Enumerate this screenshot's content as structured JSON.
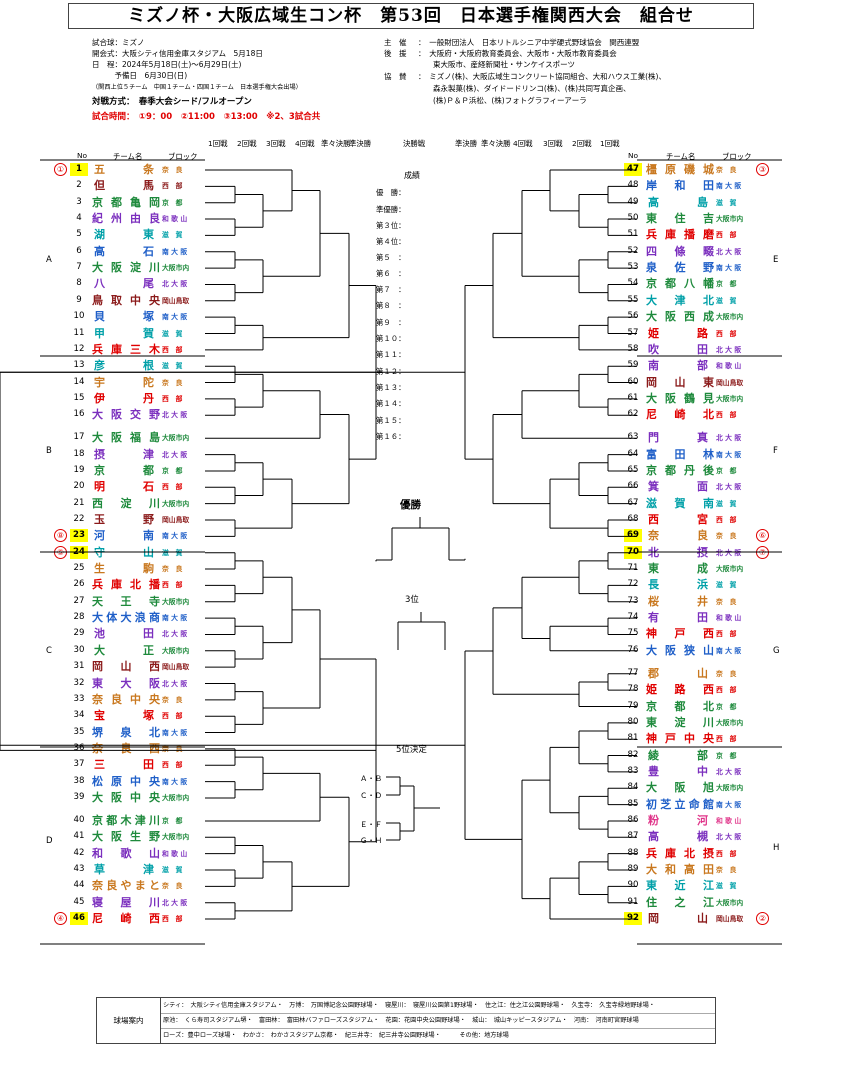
{
  "title": "ミズノ杯・大阪広域生コン杯　第53回　日本選手権関西大会　組合せ",
  "info_left": [
    "試合球：ミズノ",
    "開会式：大阪シティ信用金庫スタジアム　5月18日",
    "日　程：2024年5月18日(土)～6月29日(土)",
    "　　　予備日　6月30日(日)",
    "（関西上位５チーム　中国１チーム・四国１チーム　日本選手権大会出場）"
  ],
  "format_label": "対戦方式：　春季大会シード/フルオープン",
  "times_label": "試合時間：　①9：00　②11:00　③13:00　※2、3試合共",
  "info_right": [
    {
      "k": "主　催",
      "v": "：　一般財団法人　日本リトルシニア中学硬式野球協会　関西連盟"
    },
    {
      "k": "後　援",
      "v": "：　大阪府・大阪府教育委員会、大阪市・大阪市教育委員会"
    },
    {
      "k": "",
      "v": "　　東大阪市、産経新聞社・サンケイスポーツ"
    },
    {
      "k": "協　賛",
      "v": "：　ミズノ(株)、大阪広域生コンクリート協同組合、大和ハウス工業(株)、"
    },
    {
      "k": "",
      "v": "　　森永製菓(株)、ダイドードリンコ(株)、(株)共同写真企画、"
    },
    {
      "k": "",
      "v": "　　(株)Ｐ＆Ｐ浜松、(株)フォトグラフィーアーラ"
    }
  ],
  "round_labels_left": [
    "1回戦",
    "2回戦",
    "3回戦",
    "4回戦",
    "準々決勝",
    "準決勝"
  ],
  "round_labels_right": [
    "準決勝",
    "準々決勝",
    "4回戦",
    "3回戦",
    "2回戦",
    "1回戦"
  ],
  "final_label": "決勝戦",
  "col_no": "No",
  "col_team": "チーム名",
  "col_block": "ブロック",
  "results_title": "成績",
  "results": [
    "優　勝：",
    "準優勝：",
    "第３位：",
    "第４位：",
    "第５　：",
    "第６　：",
    "第７　：",
    "第８　：",
    "第９　：",
    "第１０：",
    "第１１：",
    "第１２：",
    "第１３：",
    "第１４：",
    "第１５：",
    "第１６："
  ],
  "champion_label": "優勝",
  "third_label": "3位",
  "fifth_label": "5位決定",
  "fifth_pairs": [
    "Ａ・Ｂ",
    "Ｃ・Ｄ",
    "Ｅ・Ｆ",
    "Ｇ・Ｈ"
  ],
  "sections_left": [
    "A",
    "B",
    "C",
    "D"
  ],
  "sections_right": [
    "E",
    "F",
    "G",
    "H"
  ],
  "colors": {
    "red": "#e00000",
    "blue": "#1f5fc8",
    "green": "#1e8a3c",
    "purple": "#7b2fbe",
    "orange": "#c9781f",
    "teal": "#00a0a8",
    "brown": "#8b1a1a",
    "highlight": "#ffff00",
    "pink": "#e0358a"
  },
  "teams_left": [
    {
      "no": "1",
      "name": "五条",
      "block": "奈　良",
      "c": "orange",
      "hl": true,
      "seed": "①"
    },
    {
      "no": "2",
      "name": "但馬",
      "block": "西　部",
      "c": "brown"
    },
    {
      "no": "3",
      "name": "京都亀岡",
      "block": "京　都",
      "c": "green"
    },
    {
      "no": "4",
      "name": "紀州由良",
      "block": "和 歌 山",
      "c": "purple"
    },
    {
      "no": "5",
      "name": "湖東",
      "block": "滋　賀",
      "c": "teal"
    },
    {
      "no": "6",
      "name": "高石",
      "block": "南 大 阪",
      "c": "blue"
    },
    {
      "no": "7",
      "name": "大阪淀川",
      "block": "大阪市内",
      "c": "green"
    },
    {
      "no": "8",
      "name": "八尾",
      "block": "北 大 阪",
      "c": "purple"
    },
    {
      "no": "9",
      "name": "鳥取中央",
      "block": "岡山鳥取",
      "c": "brown"
    },
    {
      "no": "10",
      "name": "貝塚",
      "block": "南 大 阪",
      "c": "blue"
    },
    {
      "no": "11",
      "name": "甲賀",
      "block": "滋　賀",
      "c": "teal"
    },
    {
      "no": "12",
      "name": "兵庫三木",
      "block": "西　部",
      "c": "red"
    },
    {
      "no": "13",
      "name": "彦根",
      "block": "滋　賀",
      "c": "teal"
    },
    {
      "no": "14",
      "name": "宇陀",
      "block": "奈　良",
      "c": "orange"
    },
    {
      "no": "15",
      "name": "伊丹",
      "block": "西　部",
      "c": "red"
    },
    {
      "no": "16",
      "name": "大阪交野",
      "block": "北 大 阪",
      "c": "purple"
    },
    {
      "no": "17",
      "name": "大阪福島",
      "block": "大阪市内",
      "c": "green"
    },
    {
      "no": "18",
      "name": "摂津",
      "block": "北 大 阪",
      "c": "purple"
    },
    {
      "no": "19",
      "name": "京都",
      "block": "京　都",
      "c": "green"
    },
    {
      "no": "20",
      "name": "明石",
      "block": "西　部",
      "c": "red"
    },
    {
      "no": "21",
      "name": "西淀川",
      "block": "大阪市内",
      "c": "green"
    },
    {
      "no": "22",
      "name": "玉野",
      "block": "岡山鳥取",
      "c": "brown"
    },
    {
      "no": "23",
      "name": "河南",
      "block": "南 大 阪",
      "c": "blue",
      "hl": true,
      "seed": "⑧"
    },
    {
      "no": "24",
      "name": "守山",
      "block": "滋　賀",
      "c": "teal",
      "hl": true,
      "seed": "⑤"
    },
    {
      "no": "25",
      "name": "生駒",
      "block": "奈　良",
      "c": "orange"
    },
    {
      "no": "26",
      "name": "兵庫北播",
      "block": "西　部",
      "c": "red"
    },
    {
      "no": "27",
      "name": "天王寺",
      "block": "大阪市内",
      "c": "green"
    },
    {
      "no": "28",
      "name": "大体大浪商",
      "block": "南 大 阪",
      "c": "blue"
    },
    {
      "no": "29",
      "name": "池田",
      "block": "北 大 阪",
      "c": "purple"
    },
    {
      "no": "30",
      "name": "大正",
      "block": "大阪市内",
      "c": "green"
    },
    {
      "no": "31",
      "name": "岡山西",
      "block": "岡山鳥取",
      "c": "brown"
    },
    {
      "no": "32",
      "name": "東大阪",
      "block": "北 大 阪",
      "c": "purple"
    },
    {
      "no": "33",
      "name": "奈良中央",
      "block": "奈　良",
      "c": "orange"
    },
    {
      "no": "34",
      "name": "宝塚",
      "block": "西　部",
      "c": "red"
    },
    {
      "no": "35",
      "name": "堺泉北",
      "block": "南 大 阪",
      "c": "blue"
    },
    {
      "no": "36",
      "name": "奈良西",
      "block": "奈　良",
      "c": "orange"
    },
    {
      "no": "37",
      "name": "三田",
      "block": "西　部",
      "c": "red"
    },
    {
      "no": "38",
      "name": "松原中央",
      "block": "南 大 阪",
      "c": "blue"
    },
    {
      "no": "39",
      "name": "大阪中央",
      "block": "大阪市内",
      "c": "green"
    },
    {
      "no": "40",
      "name": "京都木津川",
      "block": "京　都",
      "c": "green"
    },
    {
      "no": "41",
      "name": "大阪生野",
      "block": "大阪市内",
      "c": "green"
    },
    {
      "no": "42",
      "name": "和歌山",
      "block": "和 歌 山",
      "c": "purple"
    },
    {
      "no": "43",
      "name": "草津",
      "block": "滋　賀",
      "c": "teal"
    },
    {
      "no": "44",
      "name": "奈良やまと",
      "block": "奈　良",
      "c": "orange"
    },
    {
      "no": "45",
      "name": "寝屋川",
      "block": "北 大 阪",
      "c": "purple"
    },
    {
      "no": "46",
      "name": "尼崎西",
      "block": "西　部",
      "c": "red",
      "hl": true,
      "seed": "④"
    }
  ],
  "teams_right": [
    {
      "no": "47",
      "name": "橿原磯城",
      "block": "奈　良",
      "c": "orange",
      "hl": true,
      "seed": "③"
    },
    {
      "no": "48",
      "name": "岸和田",
      "block": "南 大 阪",
      "c": "blue"
    },
    {
      "no": "49",
      "name": "高島",
      "block": "滋　賀",
      "c": "teal"
    },
    {
      "no": "50",
      "name": "東住吉",
      "block": "大阪市内",
      "c": "green"
    },
    {
      "no": "51",
      "name": "兵庫播磨",
      "block": "西　部",
      "c": "red"
    },
    {
      "no": "52",
      "name": "四條畷",
      "block": "北 大 阪",
      "c": "purple"
    },
    {
      "no": "53",
      "name": "泉佐野",
      "block": "南 大 阪",
      "c": "blue"
    },
    {
      "no": "54",
      "name": "京都八幡",
      "block": "京　都",
      "c": "green"
    },
    {
      "no": "55",
      "name": "大津北",
      "block": "滋　賀",
      "c": "teal"
    },
    {
      "no": "56",
      "name": "大阪西成",
      "block": "大阪市内",
      "c": "green"
    },
    {
      "no": "57",
      "name": "姫路",
      "block": "西　部",
      "c": "red"
    },
    {
      "no": "58",
      "name": "吹田",
      "block": "北 大 阪",
      "c": "purple"
    },
    {
      "no": "59",
      "name": "南部",
      "block": "和 歌 山",
      "c": "purple"
    },
    {
      "no": "60",
      "name": "岡山東",
      "block": "岡山鳥取",
      "c": "brown"
    },
    {
      "no": "61",
      "name": "大阪鶴見",
      "block": "大阪市内",
      "c": "green"
    },
    {
      "no": "62",
      "name": "尼崎北",
      "block": "西　部",
      "c": "red"
    },
    {
      "no": "63",
      "name": "門真",
      "block": "北 大 阪",
      "c": "purple"
    },
    {
      "no": "64",
      "name": "富田林",
      "block": "南 大 阪",
      "c": "blue"
    },
    {
      "no": "65",
      "name": "京都丹後",
      "block": "京　都",
      "c": "green"
    },
    {
      "no": "66",
      "name": "箕面",
      "block": "北 大 阪",
      "c": "purple"
    },
    {
      "no": "67",
      "name": "滋賀南",
      "block": "滋　賀",
      "c": "teal"
    },
    {
      "no": "68",
      "name": "西宮",
      "block": "西　部",
      "c": "red"
    },
    {
      "no": "69",
      "name": "奈良",
      "block": "奈　良",
      "c": "orange",
      "hl": true,
      "seed": "⑥"
    },
    {
      "no": "70",
      "name": "北摂",
      "block": "北 大 阪",
      "c": "purple",
      "hl": true,
      "seed": "⑦"
    },
    {
      "no": "71",
      "name": "東成",
      "block": "大阪市内",
      "c": "green"
    },
    {
      "no": "72",
      "name": "長浜",
      "block": "滋　賀",
      "c": "teal"
    },
    {
      "no": "73",
      "name": "桜井",
      "block": "奈　良",
      "c": "orange"
    },
    {
      "no": "74",
      "name": "有田",
      "block": "和 歌 山",
      "c": "purple"
    },
    {
      "no": "75",
      "name": "神戸西",
      "block": "西　部",
      "c": "red"
    },
    {
      "no": "76",
      "name": "大阪狭山",
      "block": "南 大 阪",
      "c": "blue"
    },
    {
      "no": "77",
      "name": "郡山",
      "block": "奈　良",
      "c": "orange"
    },
    {
      "no": "78",
      "name": "姫路西",
      "block": "西　部",
      "c": "red"
    },
    {
      "no": "79",
      "name": "京都北",
      "block": "京　都",
      "c": "green"
    },
    {
      "no": "80",
      "name": "東淀川",
      "block": "大阪市内",
      "c": "green"
    },
    {
      "no": "81",
      "name": "神戸中央",
      "block": "西　部",
      "c": "red"
    },
    {
      "no": "82",
      "name": "綾部",
      "block": "京　都",
      "c": "green"
    },
    {
      "no": "83",
      "name": "豊中",
      "block": "北 大 阪",
      "c": "purple"
    },
    {
      "no": "84",
      "name": "大阪旭",
      "block": "大阪市内",
      "c": "green"
    },
    {
      "no": "85",
      "name": "初芝立命館",
      "block": "南 大 阪",
      "c": "blue"
    },
    {
      "no": "86",
      "name": "粉河",
      "block": "和 歌 山",
      "c": "pink"
    },
    {
      "no": "87",
      "name": "高槻",
      "block": "北 大 阪",
      "c": "purple"
    },
    {
      "no": "88",
      "name": "兵庫北摂",
      "block": "西　部",
      "c": "red"
    },
    {
      "no": "89",
      "name": "大和高田",
      "block": "奈　良",
      "c": "orange"
    },
    {
      "no": "90",
      "name": "東近江",
      "block": "滋　賀",
      "c": "teal"
    },
    {
      "no": "91",
      "name": "住之江",
      "block": "大阪市内",
      "c": "green"
    },
    {
      "no": "92",
      "name": "岡山",
      "block": "岡山鳥取",
      "c": "brown",
      "hl": true,
      "seed": "②"
    }
  ],
  "venue_header": "球場案内",
  "venue_lines": [
    "シティ：　大阪シティ信用金庫スタジアム・　万博：　万国博記念公園野球場・　寝屋川：　寝屋川公園第1野球場・　住之江：住之江公園野球場・　久宝寺：　久宝寺緑地野球場・",
    "原池：　くら寿司スタジアム堺・　富田林：　富田林バファローズスタジアム・　花園：花園中央公園野球場・　城山：　城山キッピースタジアム・　河南：　河南町宮野球場",
    "ローズ：豊中ローズ球場・　わかさ：　わかさスタジアム京都・　紀三井寺：　紀三井寺公園野球場・　　　その他：地方球場"
  ]
}
